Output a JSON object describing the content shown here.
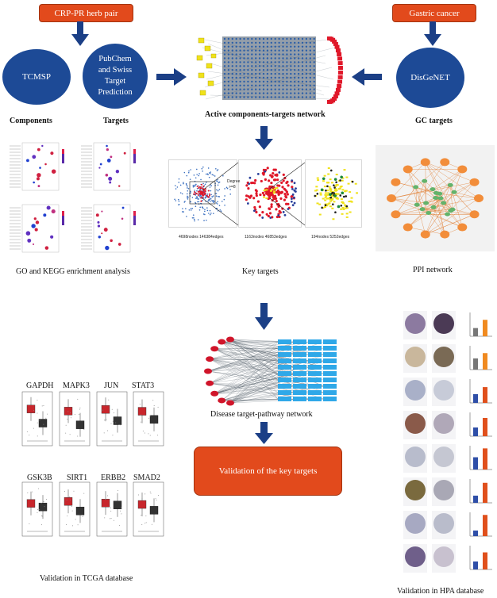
{
  "boxes": {
    "herb_pair": "CRP-PR herb pair",
    "gastric_cancer": "Gastric cancer",
    "validation_key_targets": "Validation of the key targets"
  },
  "circles": {
    "tcmsp": "TCMSP",
    "pubchem_line1": "PubChem",
    "pubchem_line2": "and Swiss",
    "pubchem_line3": "Target",
    "pubchem_line4": "Prediction",
    "disgenet": "DisGeNET"
  },
  "labels": {
    "components": "Components",
    "targets": "Targets",
    "active_network": "Active components-targets network",
    "gc_targets": "GC targets",
    "go_kegg": "GO and KEGG enrichment analysis",
    "key_targets": "Key targets",
    "ppi_network": "PPI network",
    "disease_pathway": "Disease target-pathway network",
    "validation_tcga": "Validation in TCGA database",
    "validation_hpa": "Validation in HPA database"
  },
  "key_target_panels": {
    "p1_caption": "4698nodes  146384edges",
    "p2_caption": "1163nodes  46853edges",
    "p3_caption": "194nodes  5252edges",
    "degree_label": "Degree",
    "degree_value": ">=8"
  },
  "tcga_genes_row1": [
    "GAPDH",
    "MAPK3",
    "JUN",
    "STAT3"
  ],
  "tcga_genes_row2": [
    "GSK3B",
    "SIRT1",
    "ERBB2",
    "SMAD2"
  ],
  "colors": {
    "red_box": "#e24a1c",
    "blue_circle": "#1d4a96",
    "arrow": "#1b3f86",
    "network_red": "#e0182a",
    "network_yellow": "#f0e21a",
    "pathway_blue": "#2fa8e8"
  }
}
